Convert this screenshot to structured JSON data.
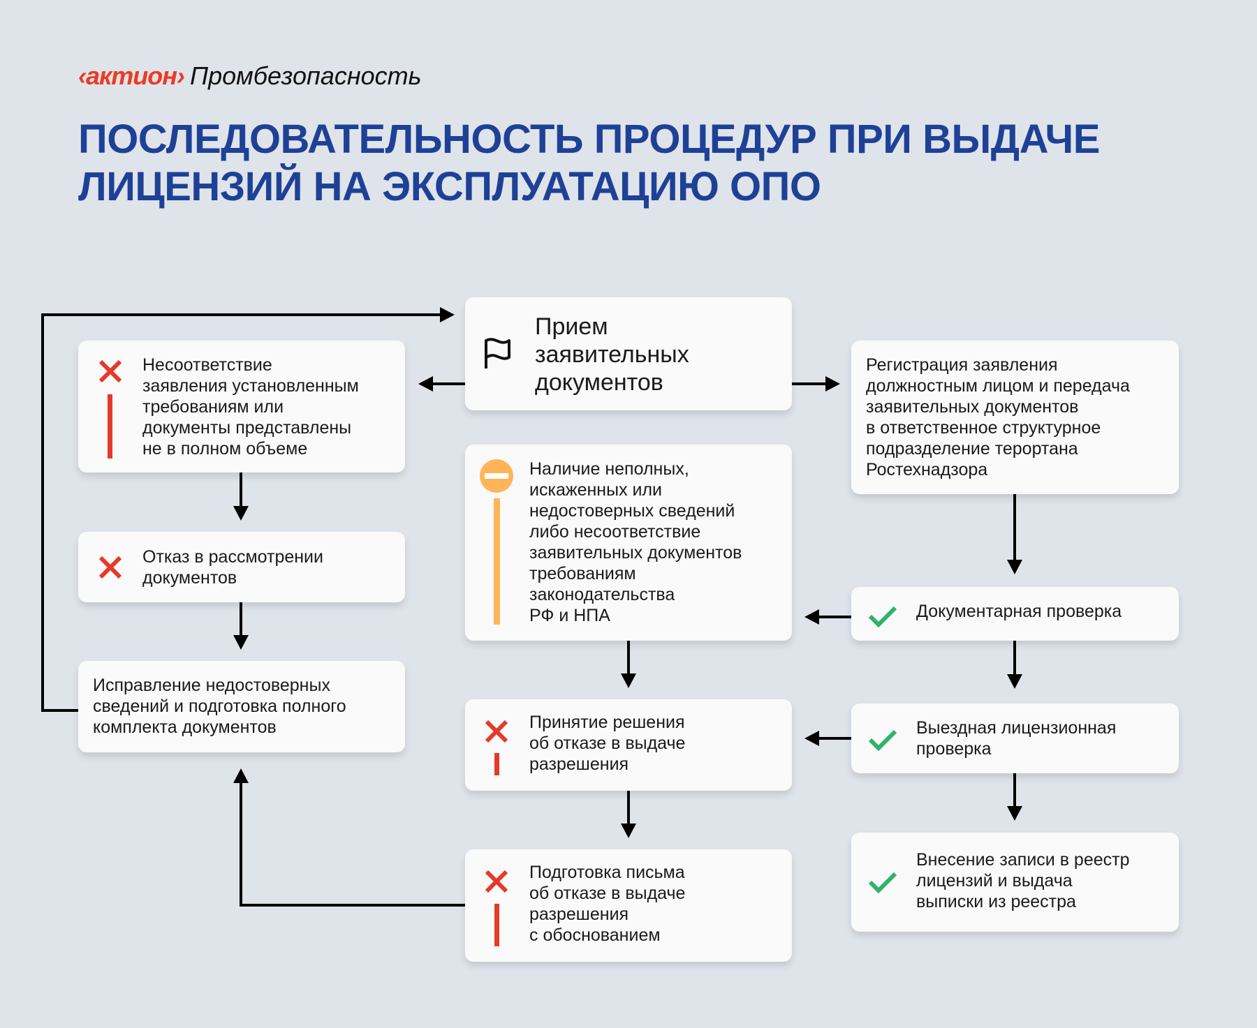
{
  "header": {
    "brand": "‹актион›",
    "product": "Промбезопасность",
    "title": "ПОСЛЕДОВАТЕЛЬНОСТЬ ПРОЦЕДУР ПРИ ВЫДАЧЕ\nЛИЦЕНЗИЙ НА ЭКСПЛУАТАЦИЮ ОПО"
  },
  "colors": {
    "title": "#1e4196",
    "brand": "#ee3a22",
    "reject": "#e6392b",
    "warning": "#ffb45a",
    "ok": "#2fb36a"
  },
  "steps": {
    "receive": {
      "text": "Прием\nзаявительных\nдокументов",
      "icon": "flag-icon"
    },
    "mismatch": {
      "text": "Несоответствие\nзаявления установленным\nтребованиям или\nдокументы представлены\nне в полном объеме",
      "icon": "cross-icon"
    },
    "refuse_review": {
      "text": "Отказ в рассмотрении\nдокументов",
      "icon": "cross-icon"
    },
    "correction": {
      "text": "Исправление недостоверных\nсведений и подготовка полного\nкомплекта документов"
    },
    "incomplete": {
      "text": "Наличие неполных,\nискаженных или\nнедостоверных сведений\nлибо несоответствие\nзаявительных документов\nтребованиям\nзаконодательства\nРФ и НПА",
      "icon": "stop-icon"
    },
    "refusal_decision": {
      "text": "Принятие решения\nоб отказе в выдаче\nразрешения",
      "icon": "cross-icon"
    },
    "refusal_letter": {
      "text": "Подготовка письма\nоб отказе в выдаче\nразрешения\nс обоснованием",
      "icon": "cross-icon"
    },
    "registration": {
      "text": "Регистрация заявления\nдолжностным лицом и передача\nзаявительных документов\nв ответственное структурное\nподразделение терортана\nРостехнадзора"
    },
    "doc_check": {
      "text": "Документарная проверка",
      "icon": "check-icon"
    },
    "field_check": {
      "text": "Выездная лицензионная\nпроверка",
      "icon": "check-icon"
    },
    "registry": {
      "text": "Внесение записи в реестр\nлицензий и выдача\nвыписки из реестра",
      "icon": "check-icon"
    }
  }
}
